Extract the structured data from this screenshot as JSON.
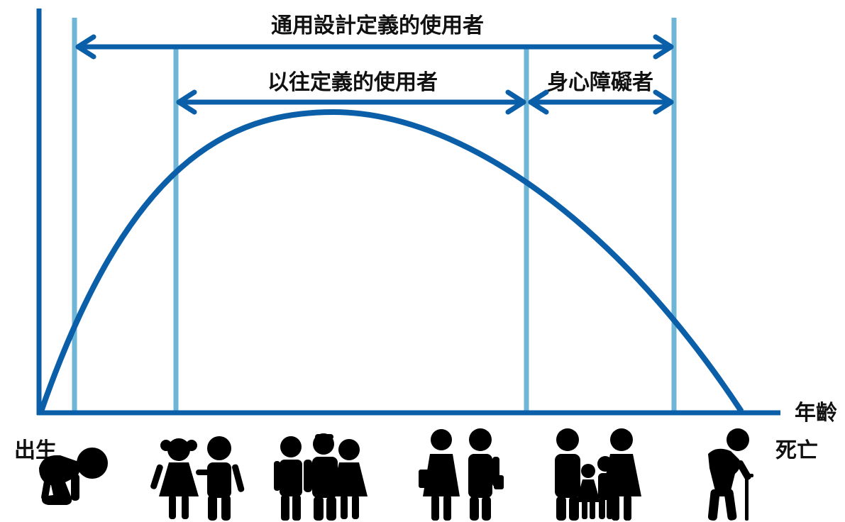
{
  "labels": {
    "universal": "通用設計定義的使用者",
    "traditional": "以往定義的使用者",
    "disabled": "身心障礙者",
    "age": "年齡",
    "birth": "出生",
    "death": "死亡"
  },
  "colors": {
    "curve_and_axes": "#0a5fa8",
    "guide_lines": "#6fb6d6",
    "text": "#111111",
    "icons": "#000000"
  },
  "icons": [
    "baby-crawling-icon",
    "children-icon",
    "teens-group-icon",
    "adults-icon",
    "family-icon",
    "elderly-with-cane-icon"
  ]
}
